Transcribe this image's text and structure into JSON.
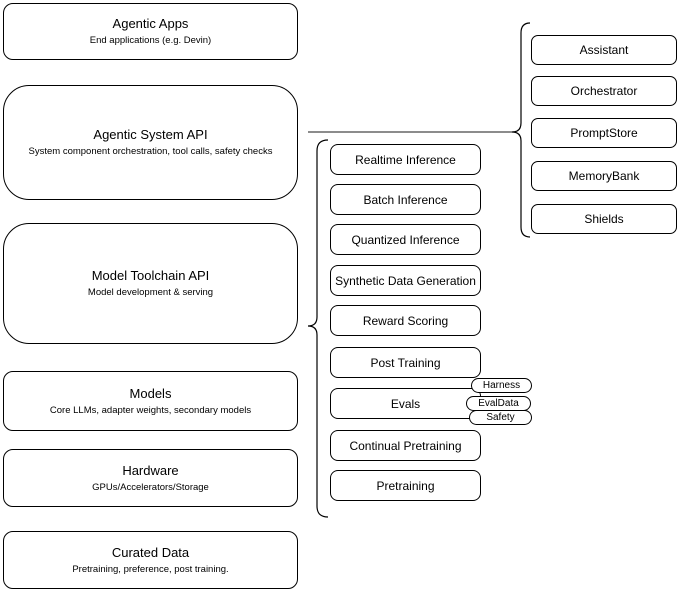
{
  "diagram": {
    "left_stack": [
      {
        "title": "Agentic Apps",
        "subtitle": "End applications (e.g. Devin)"
      },
      {
        "title": "Agentic System API",
        "subtitle": "System component orchestration, tool calls, safety checks"
      },
      {
        "title": "Model Toolchain API",
        "subtitle": "Model development & serving"
      },
      {
        "title": "Models",
        "subtitle": "Core LLMs, adapter weights, secondary models"
      },
      {
        "title": "Hardware",
        "subtitle": "GPUs/Accelerators/Storage"
      },
      {
        "title": "Curated Data",
        "subtitle": "Pretraining, preference, post training."
      }
    ],
    "toolchain_stack": [
      "Realtime Inference",
      "Batch Inference",
      "Quantized Inference",
      "Synthetic Data Generation",
      "Reward Scoring",
      "Post Training",
      "Evals",
      "Continual Pretraining",
      "Pretraining"
    ],
    "evals_tags": [
      "Harness",
      "EvalData",
      "Safety"
    ],
    "system_components": [
      "Assistant",
      "Orchestrator",
      "PromptStore",
      "MemoryBank",
      "Shields"
    ],
    "colors": {
      "node_stroke": "#000000",
      "node_fill": "#ffffff",
      "text": "#000000",
      "connector": "#666666"
    }
  }
}
